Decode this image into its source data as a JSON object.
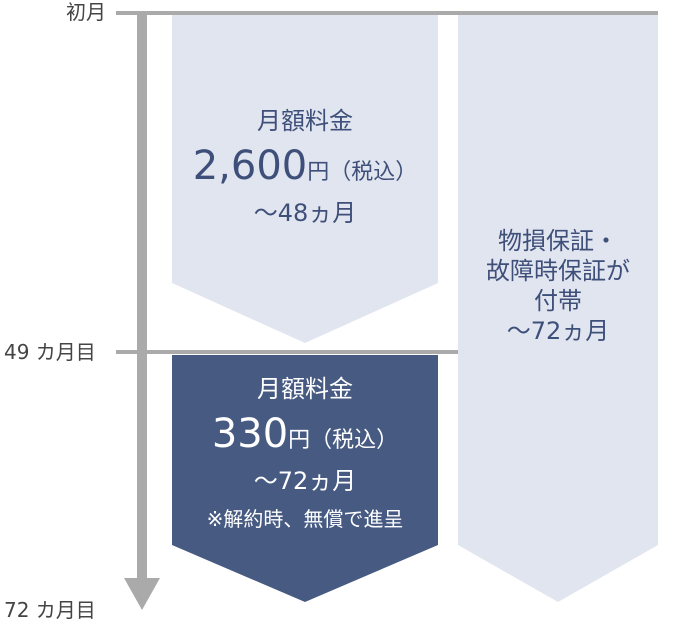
{
  "timeline": {
    "start_label": "初月",
    "mid_label": "49 カ月目",
    "end_label": "72 カ月目"
  },
  "plan_first": {
    "title": "月額料金",
    "price": "2,600",
    "unit": "円（税込）",
    "duration": "〜48ヵ月"
  },
  "plan_second": {
    "title": "月額料金",
    "price": "330",
    "unit": "円（税込）",
    "duration": "〜72ヵ月",
    "note": "※解約時、無償で進呈"
  },
  "warranty": {
    "line1": "物損保証・",
    "line2": "故障時保証が",
    "line3": "付帯",
    "line4": "〜72ヵ月"
  },
  "colors": {
    "light_block": "#e1e5ef",
    "dark_block": "#465a82",
    "timeline": "#aaaaaa",
    "text_blue": "#3e4f7a"
  }
}
